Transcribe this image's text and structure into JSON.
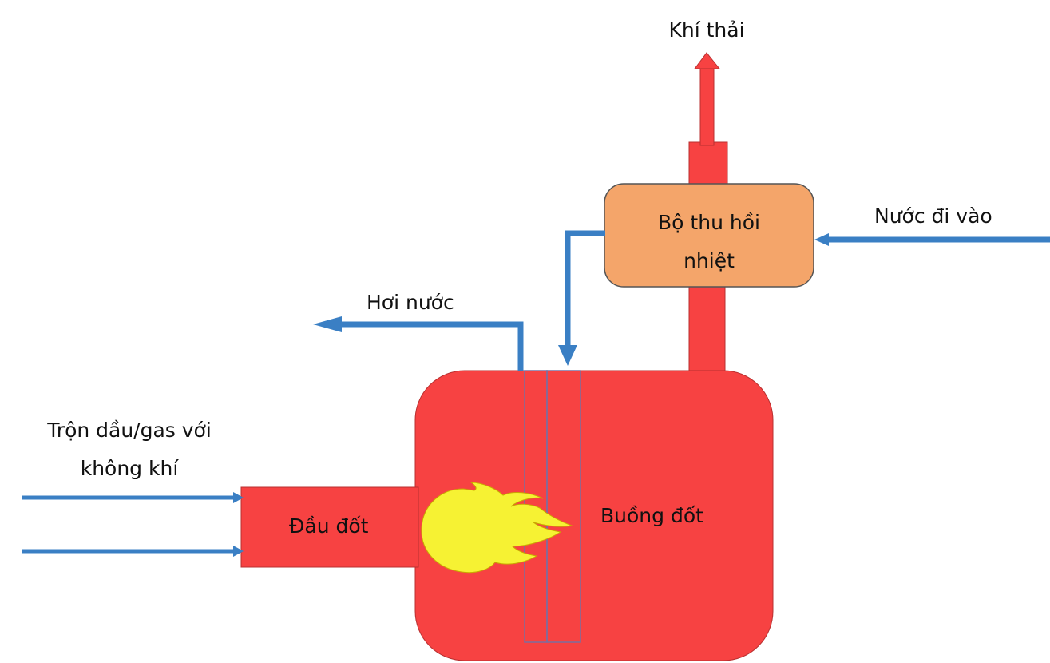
{
  "labels": {
    "exhaust": "Khí thải",
    "heat_recovery_line1": "Bộ thu hồi",
    "heat_recovery_line2": "nhiệt",
    "water_in": "Nước đi vào",
    "steam": "Hơi nước",
    "fuel_mix_line1": "Trộn dầu/gas với",
    "fuel_mix_line2": "không khí",
    "burner": "Đầu đốt",
    "combustion_chamber": "Buồng đốt"
  },
  "colors": {
    "hot": "#f74242",
    "hot_outline": "#b83030",
    "recovery_fill": "#f4a56a",
    "recovery_outline": "#555555",
    "pipe": "#3a7fc4",
    "flame": "#f6f233",
    "flame_outline": "#c9a800",
    "tube": "#7a6ea0"
  }
}
